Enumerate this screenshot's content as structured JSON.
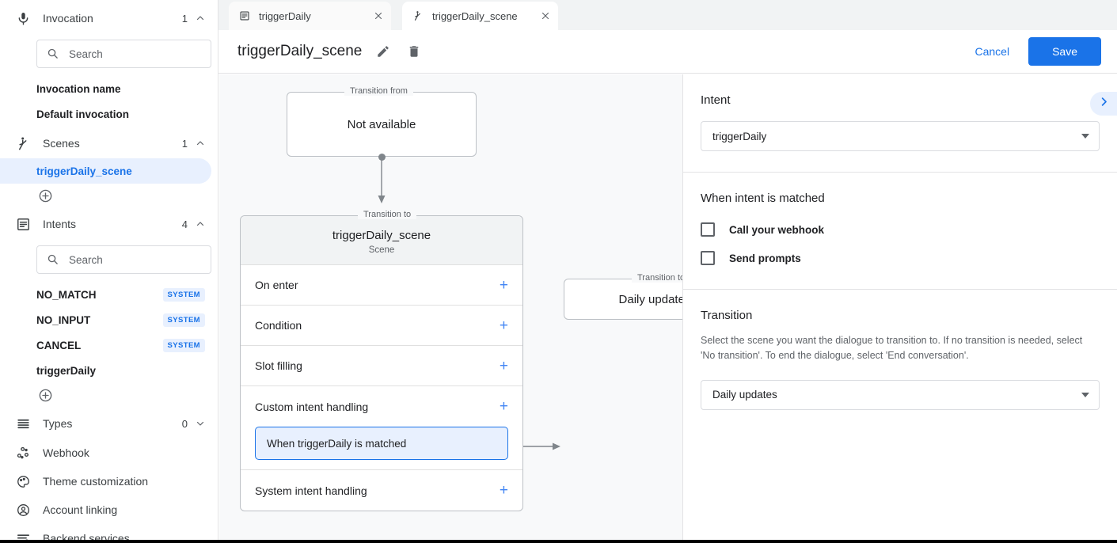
{
  "sidebar": {
    "invocation": {
      "label": "Invocation",
      "count": "1",
      "icon": "microphone-icon",
      "expanded": true
    },
    "invocation_search_placeholder": "Search",
    "invocation_items": [
      {
        "label": "Invocation name"
      },
      {
        "label": "Default invocation"
      }
    ],
    "scenes": {
      "label": "Scenes",
      "count": "1",
      "icon": "scene-icon",
      "expanded": true
    },
    "scene_items": [
      {
        "label": "triggerDaily_scene",
        "selected": true
      }
    ],
    "intents": {
      "label": "Intents",
      "count": "4",
      "icon": "intents-icon",
      "expanded": true
    },
    "intents_search_placeholder": "Search",
    "intent_items": [
      {
        "label": "NO_MATCH",
        "badge": "SYSTEM"
      },
      {
        "label": "NO_INPUT",
        "badge": "SYSTEM"
      },
      {
        "label": "CANCEL",
        "badge": "SYSTEM"
      },
      {
        "label": "triggerDaily",
        "badge": ""
      }
    ],
    "types": {
      "label": "Types",
      "count": "0",
      "icon": "types-icon",
      "expanded": false
    },
    "nav_items": [
      {
        "label": "Webhook",
        "icon": "webhook-icon"
      },
      {
        "label": "Theme customization",
        "icon": "palette-icon"
      },
      {
        "label": "Account linking",
        "icon": "account-circle-icon"
      },
      {
        "label": "Backend services",
        "icon": "backend-services-icon"
      }
    ]
  },
  "tabs": [
    {
      "label": "triggerDaily",
      "icon": "intents-icon",
      "active": false
    },
    {
      "label": "triggerDaily_scene",
      "icon": "scene-icon",
      "active": true
    }
  ],
  "header": {
    "title": "triggerDaily_scene",
    "edit_icon": "pencil-icon",
    "delete_icon": "trash-icon",
    "cancel_label": "Cancel",
    "save_label": "Save"
  },
  "canvas": {
    "transition_from_legend": "Transition from",
    "transition_from_value": "Not available",
    "transition_to_legend": "Transition to",
    "scene_card": {
      "title": "triggerDaily_scene",
      "subtitle": "Scene",
      "rows": [
        {
          "label": "On enter",
          "action": "+"
        },
        {
          "label": "Condition",
          "action": "+"
        },
        {
          "label": "Slot filling",
          "action": "+"
        },
        {
          "label": "Custom intent handling",
          "action": "+"
        },
        {
          "label": "System intent handling",
          "action": "+"
        }
      ],
      "custom_intent_chip": "When triggerDaily is matched"
    },
    "target_node_legend": "Transition to",
    "target_node_value": "Daily updates"
  },
  "panel": {
    "intent": {
      "heading": "Intent",
      "selected": "triggerDaily"
    },
    "when_matched": {
      "heading": "When intent is matched",
      "options": [
        {
          "label": "Call your webhook",
          "checked": false
        },
        {
          "label": "Send prompts",
          "checked": false
        }
      ]
    },
    "transition": {
      "heading": "Transition",
      "description": "Select the scene you want the dialogue to transition to. If no transition is needed, select 'No transition'. To end the dialogue, select 'End conversation'.",
      "selected": "Daily updates"
    },
    "collapse_icon": "chevron-right-icon"
  },
  "colors": {
    "accent": "#1a73e8",
    "accent_light": "#e8f0fe",
    "canvas_bg": "#f8f9fa",
    "border": "#dadce0"
  }
}
